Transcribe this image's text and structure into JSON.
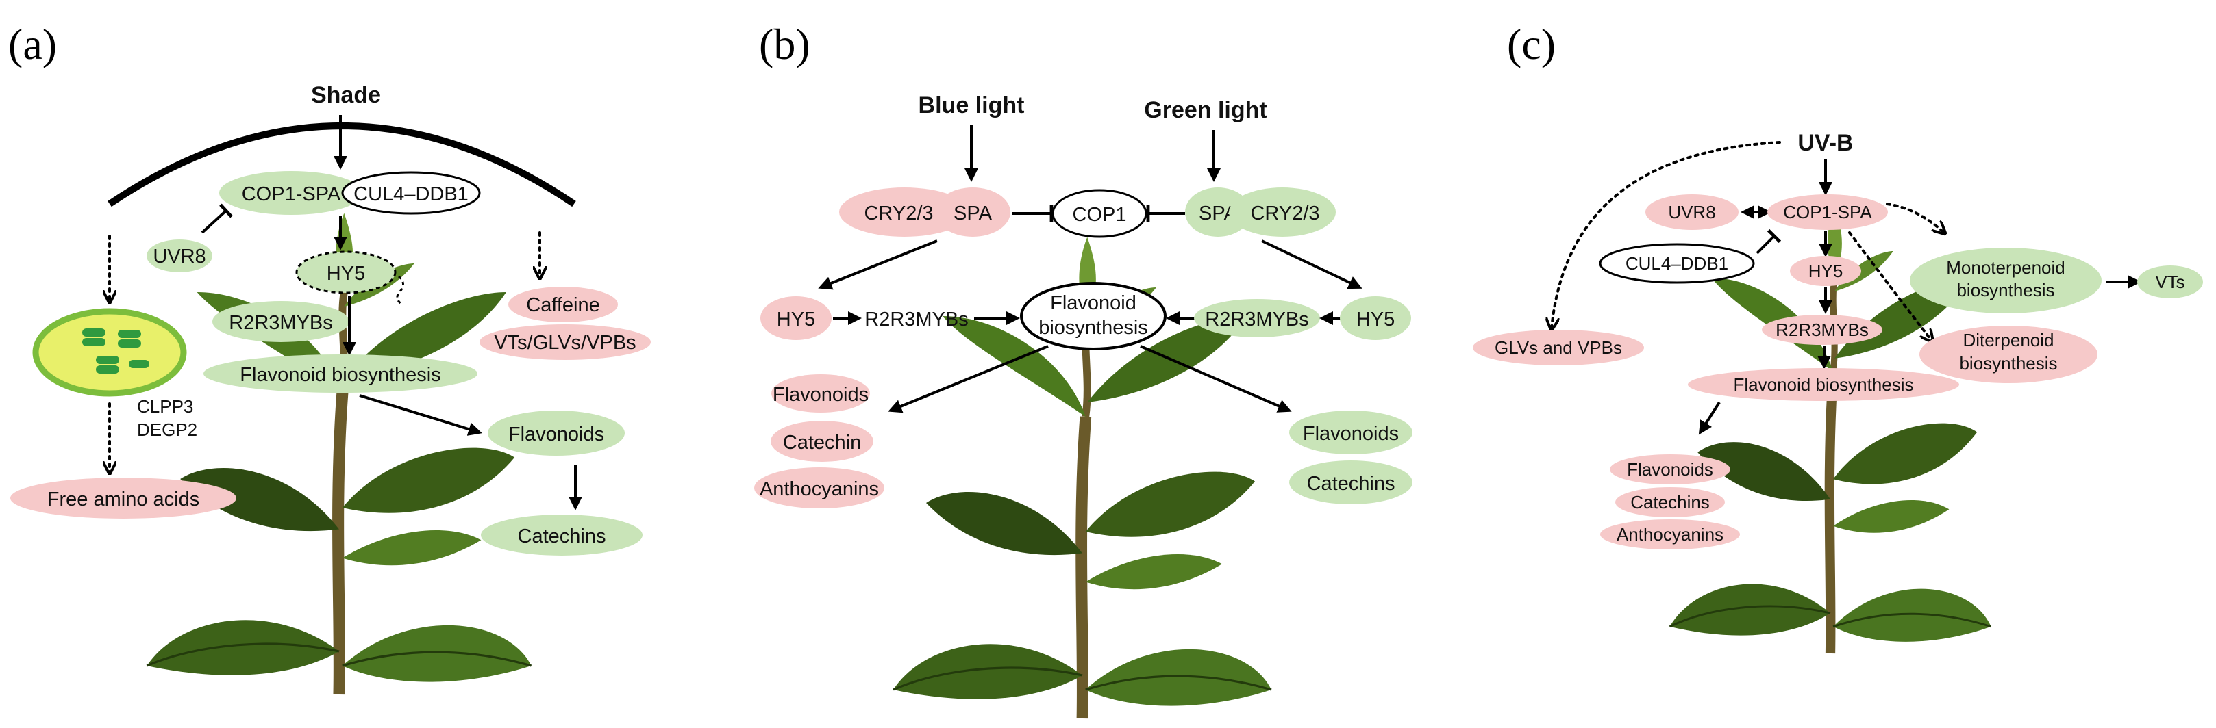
{
  "colors": {
    "pink": "#f6c9c9",
    "green": "#c9e4b8",
    "chloroplast_fill": "#e8f06a",
    "chloroplast_border": "#7cbd3c",
    "thylakoid": "#2f9a3f",
    "leaf_dark": "#2e4a12",
    "leaf_mid": "#4c7a1e",
    "stem": "#6a5a2a"
  },
  "panel_a": {
    "label": "(a)",
    "shade": "Shade",
    "cop1_spa": "COP1-SPA",
    "cul4_ddb1": "CUL4–DDB1",
    "uvr8": "UVR8",
    "hy5": "HY5",
    "r2r3mybs": "R2R3MYBs",
    "flavonoid_biosynthesis": "Flavonoid biosynthesis",
    "caffeine": "Caffeine",
    "vts_glvs_vpbs": "VTs/GLVs/VPBs",
    "flavonoids": "Flavonoids",
    "catechins": "Catechins",
    "clpp3": "CLPP3",
    "degp2": "DEGP2",
    "free_amino_acids": "Free amino acids"
  },
  "panel_b": {
    "label": "(b)",
    "blue_light": "Blue light",
    "green_light": "Green light",
    "cry23_left": "CRY2/3",
    "spa_left": "SPA",
    "cop1": "COP1",
    "spa_right": "SPA",
    "cry23_right": "CRY2/3",
    "hy5_left": "HY5",
    "r2r3_left": "R2R3MYBs",
    "flav_bio_line1": "Flavonoid",
    "flav_bio_line2": "biosynthesis",
    "r2r3_right": "R2R3MYBs",
    "hy5_right": "HY5",
    "flavonoids_left": "Flavonoids",
    "catechin_left": "Catechin",
    "anthocyanins_left": "Anthocyanins",
    "flavonoids_right": "Flavonoids",
    "catechins_right": "Catechins"
  },
  "panel_c": {
    "label": "(c)",
    "uvb": "UV-B",
    "uvr8": "UVR8",
    "cop1_spa": "COP1-SPA",
    "cul4_ddb1": "CUL4–DDB1",
    "hy5": "HY5",
    "r2r3mybs": "R2R3MYBs",
    "flavonoid_biosynthesis": "Flavonoid biosynthesis",
    "monoterpenoid_line1": "Monoterpenoid",
    "monoterpenoid_line2": "biosynthesis",
    "vts": "VTs",
    "diterpenoid_line1": "Diterpenoid",
    "diterpenoid_line2": "biosynthesis",
    "glvs_vpbs": "GLVs and VPBs",
    "flavonoids": "Flavonoids",
    "catechins": "Catechins",
    "anthocyanins": "Anthocyanins"
  }
}
